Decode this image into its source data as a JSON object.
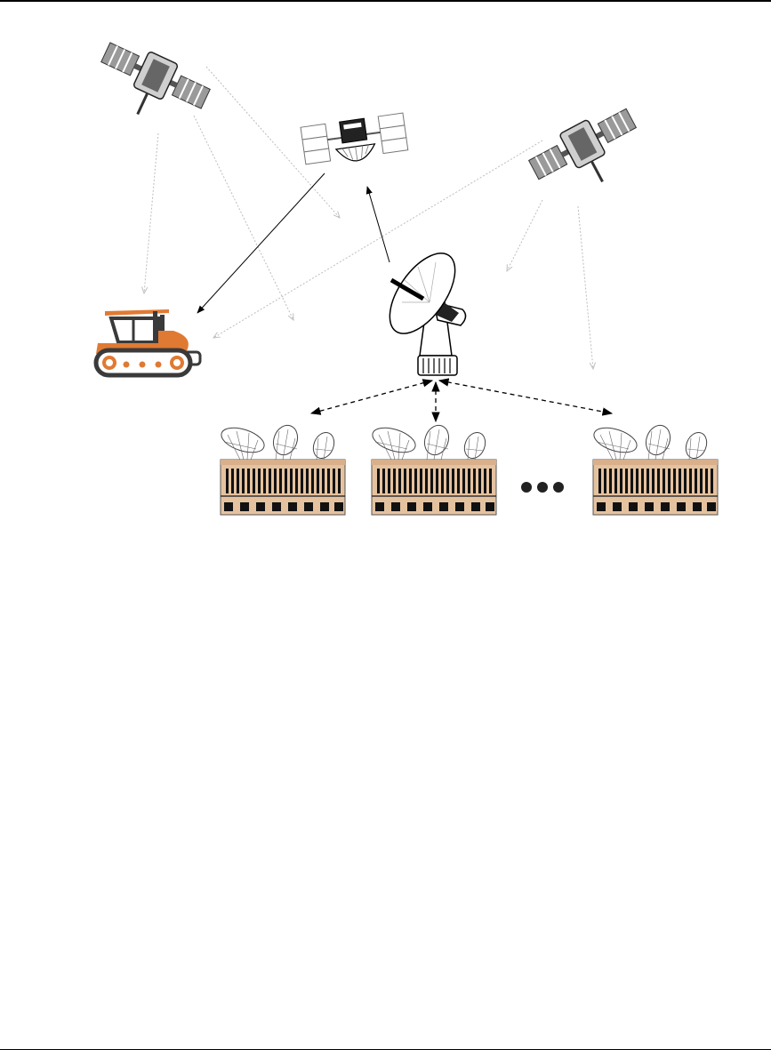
{
  "diagram": {
    "nodes": [
      {
        "id": "gps-sat-left",
        "kind": "gnss-satellite"
      },
      {
        "id": "geo-sat",
        "kind": "geostationary-satellite"
      },
      {
        "id": "gps-sat-right",
        "kind": "gnss-satellite"
      },
      {
        "id": "tractor",
        "kind": "tracked-tractor"
      },
      {
        "id": "uplink-dish",
        "kind": "ground-uplink-antenna"
      },
      {
        "id": "station-1",
        "kind": "reference-station"
      },
      {
        "id": "station-2",
        "kind": "reference-station"
      },
      {
        "id": "station-n",
        "kind": "reference-station"
      }
    ],
    "links": [
      {
        "from": "gps-sat-left",
        "to": "tractor",
        "style": "dotted-gray"
      },
      {
        "from": "gps-sat-left",
        "to": "station-2",
        "style": "dotted-gray"
      },
      {
        "from": "gps-sat-left",
        "to": "station-2",
        "style": "dotted-gray"
      },
      {
        "from": "gps-sat-right",
        "to": "tractor",
        "style": "dotted-gray"
      },
      {
        "from": "gps-sat-right",
        "to": "station-2",
        "style": "dotted-gray"
      },
      {
        "from": "gps-sat-right",
        "to": "station-n",
        "style": "dotted-gray"
      },
      {
        "from": "geo-sat",
        "to": "tractor",
        "style": "solid"
      },
      {
        "from": "uplink-dish",
        "to": "geo-sat",
        "style": "solid"
      },
      {
        "from": "uplink-dish",
        "to": "station-1",
        "style": "dashed-bidirectional"
      },
      {
        "from": "uplink-dish",
        "to": "station-2",
        "style": "dashed-bidirectional"
      },
      {
        "from": "uplink-dish",
        "to": "station-n",
        "style": "dashed-bidirectional"
      }
    ],
    "colors": {
      "tractor_orange": "#e07a33",
      "tractor_dark": "#3a3a3a",
      "station_fill": "#e5c29f",
      "signal_gray": "#bdbdbd",
      "ink": "#000000"
    }
  }
}
